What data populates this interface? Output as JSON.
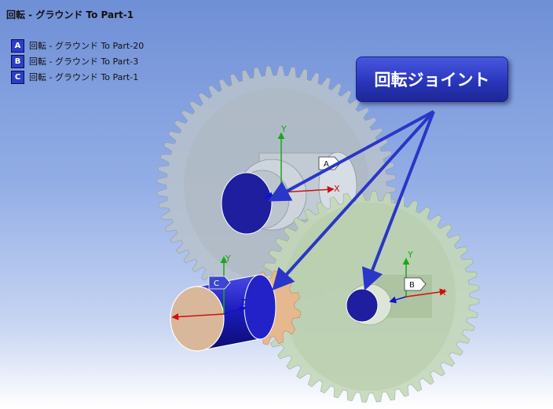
{
  "title": "回転 - グラウンド To Part-1",
  "legend": [
    {
      "tag": "A",
      "label": "回転 - グラウンド To Part-20"
    },
    {
      "tag": "B",
      "label": "回転 - グラウンド To Part-3"
    },
    {
      "tag": "C",
      "label": "回転 - グラウンド To Part-1"
    }
  ],
  "callout": "回転ジョイント",
  "triad": {
    "x": "X",
    "y": "Y",
    "z": "Z"
  },
  "markers": {
    "a": "A",
    "b": "B",
    "c": "C"
  },
  "colors": {
    "large_gear": "#b9c3cc",
    "small_gear": "#c4d8b8",
    "shaft": "#1a1aa8",
    "pinion": "#e6b890",
    "callout": "#2f3cc4",
    "x_axis": "#cc1111",
    "y_axis": "#1aa81a",
    "z_axis": "#1111cc"
  }
}
